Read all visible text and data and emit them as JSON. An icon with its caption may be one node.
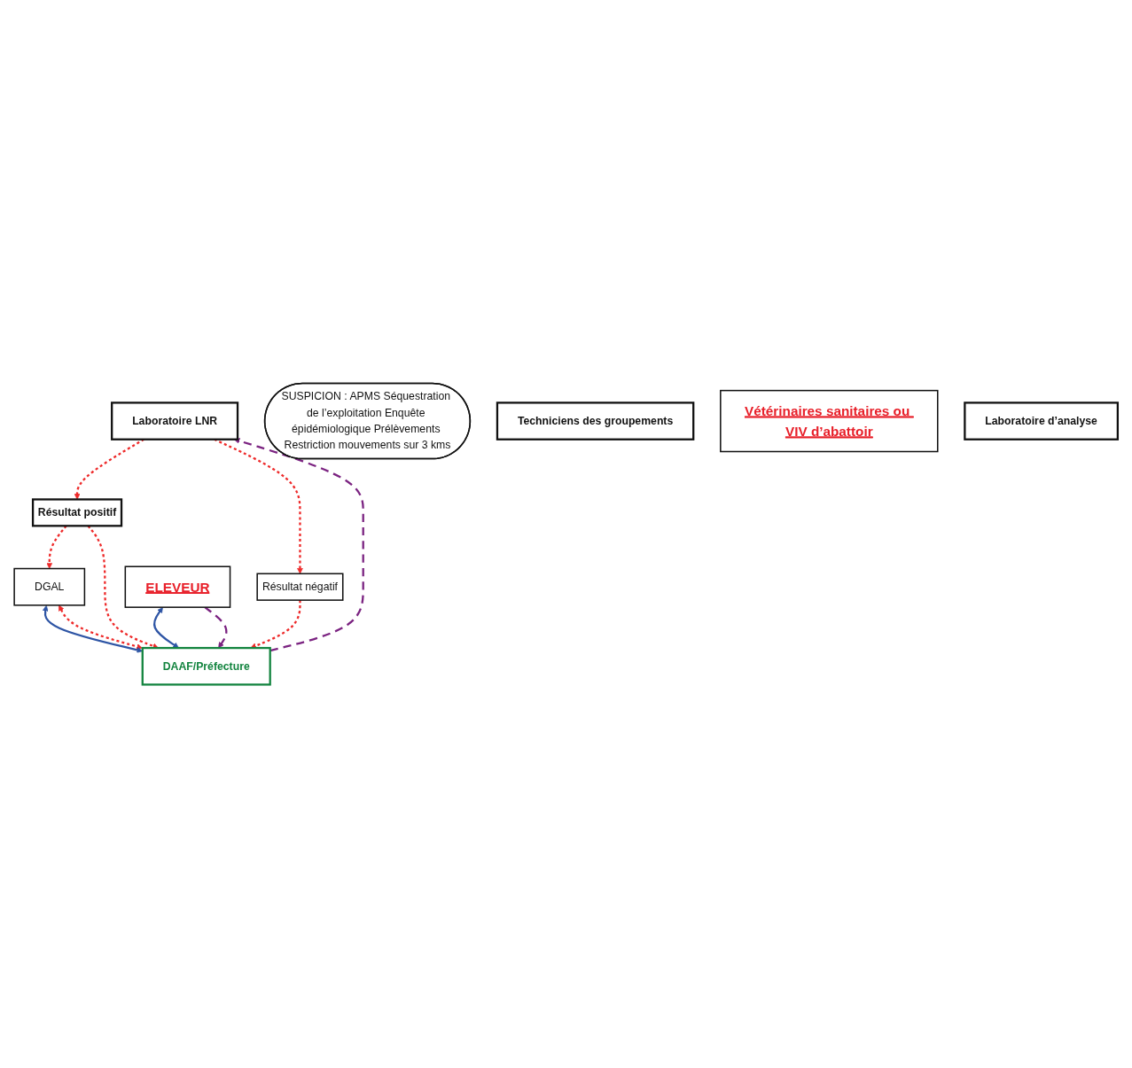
{
  "diagram": {
    "nodes": [
      {
        "text": [
          "Laboratoire LNR"
        ]
      },
      {
        "text": [
          "Résultat positif"
        ]
      },
      {
        "text": [
          "Résultat négatif"
        ]
      },
      {
        "text": [
          "SUSPICION : APMS Séquestration de l’exploitation Enquête épidémiologique Prélèvements Restriction mouvements sur 3 kms"
        ]
      },
      {
        "text": [
          "DGAL"
        ]
      },
      {
        "text": [
          "DAAF/Préfecture"
        ]
      },
      {
        "text": [
          "ELEVEUR"
        ]
      },
      {
        "text": [
          "Techniciens des groupements"
        ]
      },
      {
        "text": [
          "Vétérinaires sanitaires ou VIV d’abattoir"
        ]
      },
      {
        "text": [
          "Laboratoire d’analyse"
        ]
      }
    ],
    "edges": [
      {
        "from": 0,
        "to": 1,
        "arrow": "to",
        "style": "dashed"
      },
      {
        "from": 0,
        "to": 2,
        "arrow": "to",
        "style": "dashed"
      },
      {
        "from": 1,
        "to": 4,
        "arrow": "to",
        "style": "dashed"
      },
      {
        "from": 1,
        "to": 5,
        "arrow": "to",
        "style": "dashed"
      },
      {
        "from": 2,
        "to": 5,
        "arrow": "to",
        "style": "dashed"
      },
      {
        "from": 5,
        "to": 4,
        "arrow": "both",
        "style": "dashed"
      },
      {
        "from": 4,
        "to": 5,
        "arrow": "both",
        "color": "#2e55a5"
      },
      {
        "from": 6,
        "to": 5,
        "arrow": "both",
        "color": "#2e55a5"
      },
      {
        "from": 6,
        "to": 5,
        "arrow": "to",
        "style": "dashed",
        "color": "#7b2381"
      },
      {
        "from": 5,
        "to": 0,
        "arrow": "to",
        "style": "dashed",
        "color": "#7b2381"
      }
    ]
  }
}
